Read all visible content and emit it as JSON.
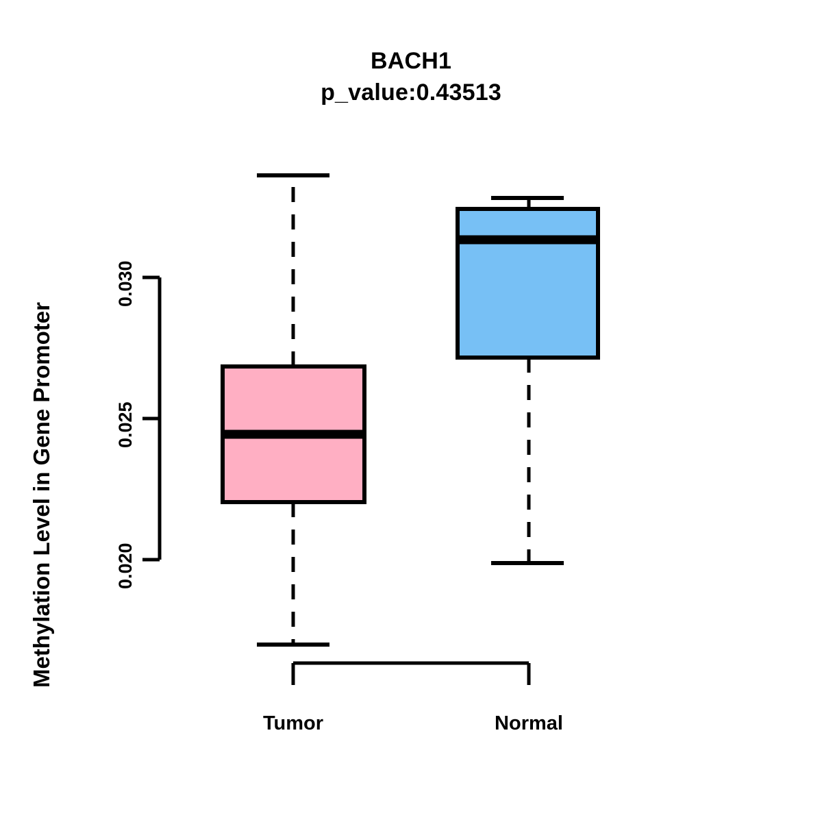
{
  "chart_data": {
    "type": "box",
    "title": "BACH1",
    "subtitle": "p_value:0.43513",
    "p_value": 0.43513,
    "gene": "BACH1",
    "xlabel": "",
    "ylabel": "Methylation Level in Gene Promoter",
    "categories": [
      "Tumor",
      "Normal"
    ],
    "ytick_labels": [
      "0.020",
      "0.025",
      "0.030"
    ],
    "ytick_values": [
      0.02,
      0.025,
      0.03
    ],
    "ylim": [
      0.0165,
      0.0342
    ],
    "grid": false,
    "legend": "none",
    "box_colors": [
      "#ffafc3",
      "#77c0f5"
    ],
    "line_color": "#000000",
    "boxes": [
      {
        "label": "Tumor",
        "color": "#ffafc3",
        "whisker_low": 0.017,
        "q1": 0.022,
        "median": 0.0244,
        "q3": 0.0268,
        "whisker_high": 0.0336,
        "outliers": []
      },
      {
        "label": "Normal",
        "color": "#77c0f5",
        "whisker_low": 0.0199,
        "q1": 0.0272,
        "median": 0.0313,
        "q3": 0.0324,
        "whisker_high": 0.0328,
        "outliers": []
      }
    ]
  },
  "axis": {
    "y_title": "Methylation Level in Gene Promoter",
    "y_ticks": [
      {
        "label": "0.030",
        "value": 0.03
      },
      {
        "label": "0.025",
        "value": 0.025
      },
      {
        "label": "0.020",
        "value": 0.02
      }
    ],
    "x_ticks": [
      {
        "label": "Tumor"
      },
      {
        "label": "Normal"
      }
    ]
  },
  "header": {
    "title": "BACH1",
    "subtitle": "p_value:0.43513"
  }
}
